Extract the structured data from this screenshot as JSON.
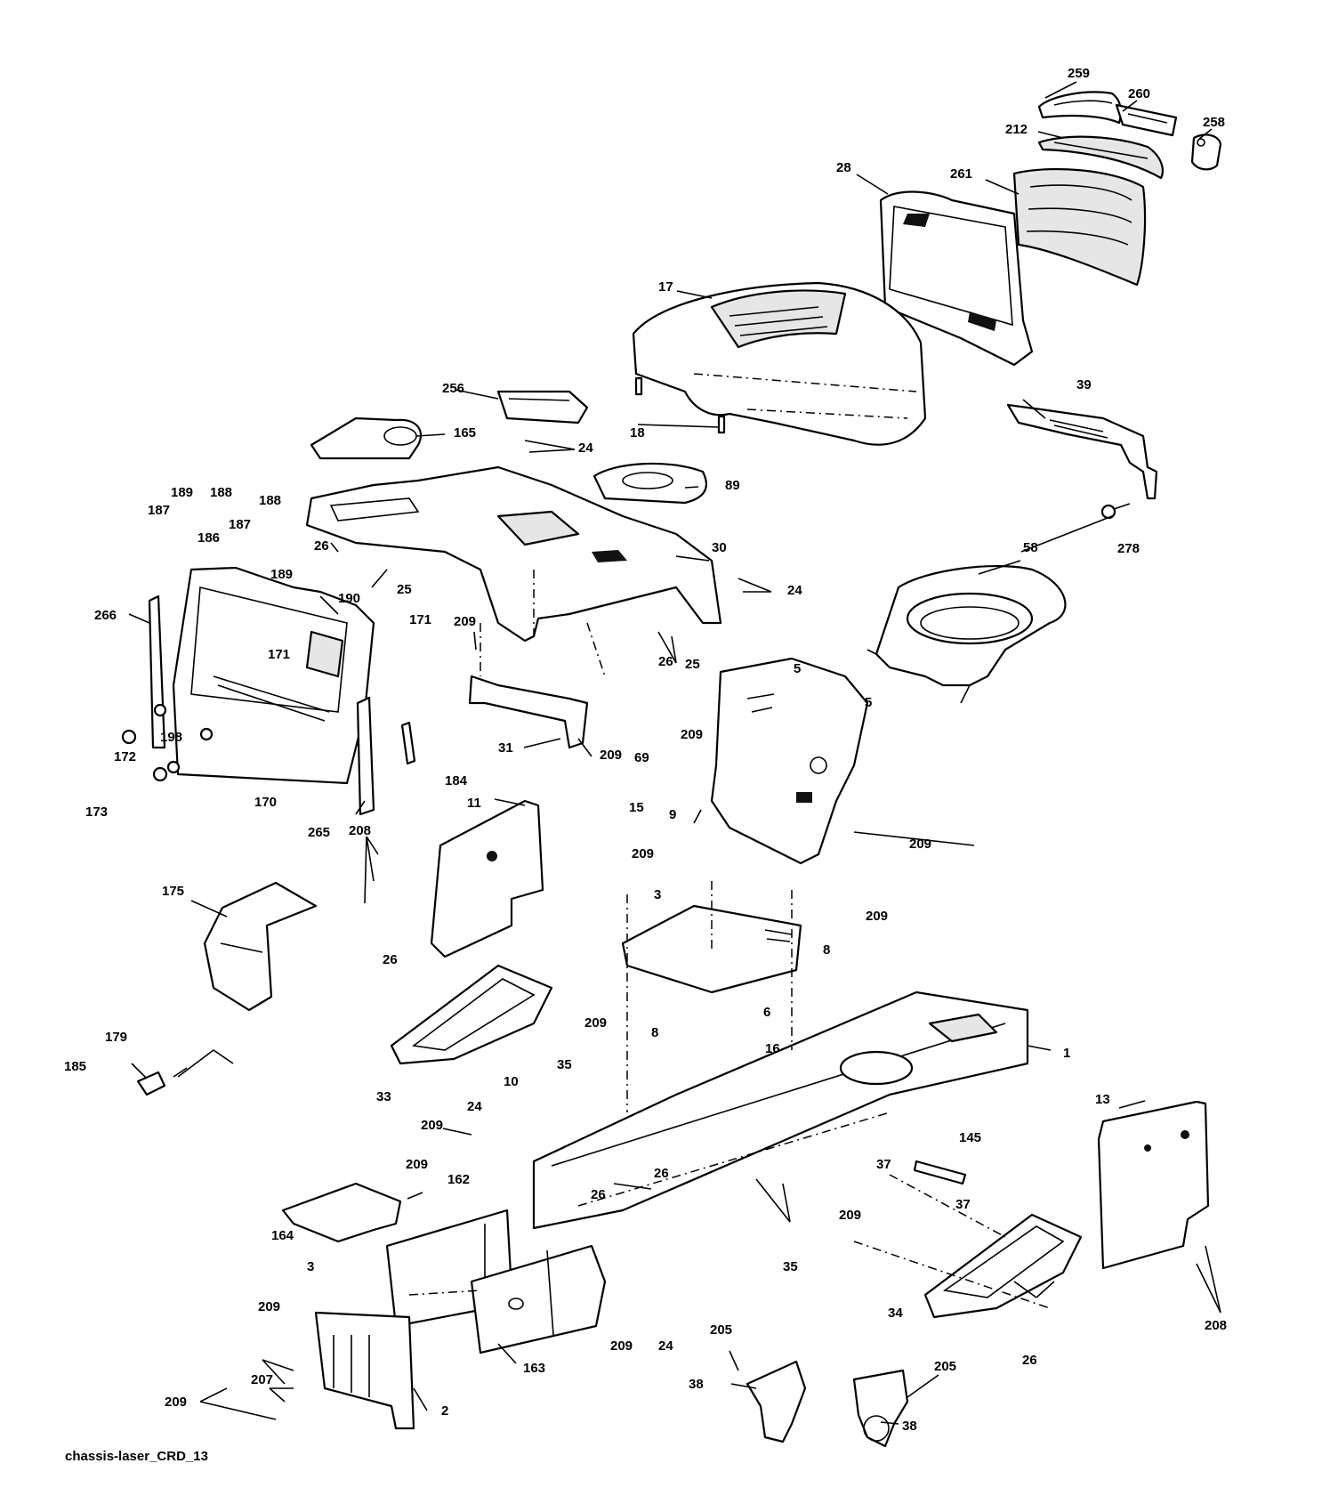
{
  "caption": "chassis-laser_CRD_13",
  "labels": [
    {
      "id": "259",
      "text": "259"
    },
    {
      "id": "260",
      "text": "260"
    },
    {
      "id": "212",
      "text": "212"
    },
    {
      "id": "258",
      "text": "258"
    },
    {
      "id": "28",
      "text": "28"
    },
    {
      "id": "261",
      "text": "261"
    },
    {
      "id": "17",
      "text": "17"
    },
    {
      "id": "256",
      "text": "256"
    },
    {
      "id": "18",
      "text": "18"
    },
    {
      "id": "165",
      "text": "165"
    },
    {
      "id": "24a",
      "text": "24"
    },
    {
      "id": "39",
      "text": "39"
    },
    {
      "id": "189a",
      "text": "189"
    },
    {
      "id": "188a",
      "text": "188"
    },
    {
      "id": "187a",
      "text": "187"
    },
    {
      "id": "188b",
      "text": "188"
    },
    {
      "id": "187b",
      "text": "187"
    },
    {
      "id": "186",
      "text": "186"
    },
    {
      "id": "189b",
      "text": "189"
    },
    {
      "id": "89",
      "text": "89"
    },
    {
      "id": "278",
      "text": "278"
    },
    {
      "id": "26a",
      "text": "26"
    },
    {
      "id": "25a",
      "text": "25"
    },
    {
      "id": "30",
      "text": "30"
    },
    {
      "id": "24b",
      "text": "24"
    },
    {
      "id": "58",
      "text": "58"
    },
    {
      "id": "190",
      "text": "190"
    },
    {
      "id": "266",
      "text": "266"
    },
    {
      "id": "171a",
      "text": "171"
    },
    {
      "id": "171b",
      "text": "171"
    },
    {
      "id": "209a",
      "text": "209"
    },
    {
      "id": "26b",
      "text": "26"
    },
    {
      "id": "25b",
      "text": "25"
    },
    {
      "id": "5a",
      "text": "5"
    },
    {
      "id": "5b",
      "text": "5"
    },
    {
      "id": "209b",
      "text": "209"
    },
    {
      "id": "69",
      "text": "69"
    },
    {
      "id": "31",
      "text": "31"
    },
    {
      "id": "209c",
      "text": "209"
    },
    {
      "id": "198",
      "text": "198"
    },
    {
      "id": "172",
      "text": "172"
    },
    {
      "id": "173",
      "text": "173"
    },
    {
      "id": "170",
      "text": "170"
    },
    {
      "id": "184",
      "text": "184"
    },
    {
      "id": "9",
      "text": "9"
    },
    {
      "id": "11",
      "text": "11"
    },
    {
      "id": "15",
      "text": "15"
    },
    {
      "id": "265",
      "text": "265"
    },
    {
      "id": "208a",
      "text": "208"
    },
    {
      "id": "209d",
      "text": "209"
    },
    {
      "id": "209e",
      "text": "209"
    },
    {
      "id": "175",
      "text": "175"
    },
    {
      "id": "3a",
      "text": "3"
    },
    {
      "id": "209f",
      "text": "209"
    },
    {
      "id": "8a",
      "text": "8"
    },
    {
      "id": "26c",
      "text": "26"
    },
    {
      "id": "209g",
      "text": "209"
    },
    {
      "id": "6",
      "text": "6"
    },
    {
      "id": "8b",
      "text": "8"
    },
    {
      "id": "179",
      "text": "179"
    },
    {
      "id": "16",
      "text": "16"
    },
    {
      "id": "35a",
      "text": "35"
    },
    {
      "id": "1",
      "text": "1"
    },
    {
      "id": "185",
      "text": "185"
    },
    {
      "id": "10",
      "text": "10"
    },
    {
      "id": "33",
      "text": "33"
    },
    {
      "id": "24c",
      "text": "24"
    },
    {
      "id": "13",
      "text": "13"
    },
    {
      "id": "209h",
      "text": "209"
    },
    {
      "id": "145",
      "text": "145"
    },
    {
      "id": "209i",
      "text": "209"
    },
    {
      "id": "162",
      "text": "162"
    },
    {
      "id": "26d",
      "text": "26"
    },
    {
      "id": "37a",
      "text": "37"
    },
    {
      "id": "26e",
      "text": "26"
    },
    {
      "id": "164",
      "text": "164"
    },
    {
      "id": "209j",
      "text": "209"
    },
    {
      "id": "37b",
      "text": "37"
    },
    {
      "id": "3b",
      "text": "3"
    },
    {
      "id": "35b",
      "text": "35"
    },
    {
      "id": "34",
      "text": "34"
    },
    {
      "id": "208b",
      "text": "208"
    },
    {
      "id": "209k",
      "text": "209"
    },
    {
      "id": "209l",
      "text": "209"
    },
    {
      "id": "24d",
      "text": "24"
    },
    {
      "id": "205a",
      "text": "205"
    },
    {
      "id": "26f",
      "text": "26"
    },
    {
      "id": "207",
      "text": "207"
    },
    {
      "id": "163",
      "text": "163"
    },
    {
      "id": "205b",
      "text": "205"
    },
    {
      "id": "38a",
      "text": "38"
    },
    {
      "id": "209m",
      "text": "209"
    },
    {
      "id": "2",
      "text": "2"
    },
    {
      "id": "38b",
      "text": "38"
    }
  ]
}
